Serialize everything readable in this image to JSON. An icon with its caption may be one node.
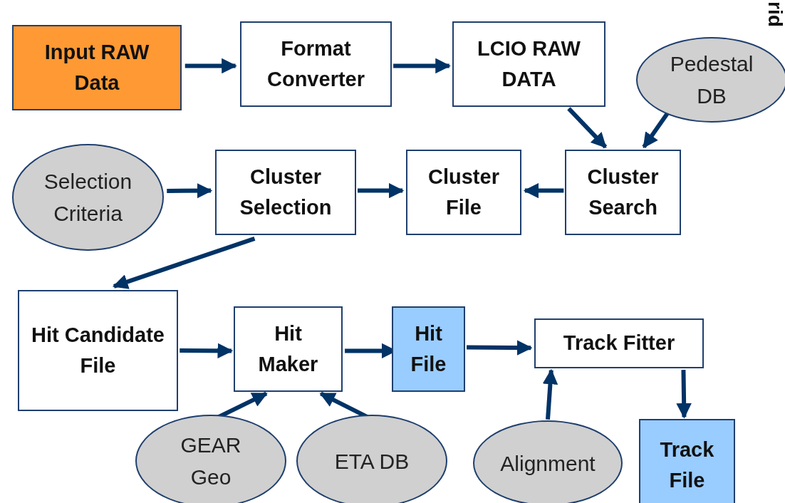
{
  "diagram": {
    "nodes": [
      {
        "text": [
          "Input RAW Data"
        ]
      },
      {
        "text": [
          "Format Converter"
        ]
      },
      {
        "text": [
          "LCIO RAW DATA"
        ]
      },
      {
        "text": [
          "Pedestal DB"
        ]
      },
      {
        "text": [
          "Selection Criteria"
        ]
      },
      {
        "text": [
          "Cluster Selection"
        ]
      },
      {
        "text": [
          "Cluster File"
        ]
      },
      {
        "text": [
          "Cluster Search"
        ]
      },
      {
        "text": [
          "Hit Candidate File"
        ]
      },
      {
        "text": [
          "Hit Maker"
        ]
      },
      {
        "text": [
          "Hit File"
        ]
      },
      {
        "text": [
          "Track Fitter"
        ]
      },
      {
        "text": [
          "GEAR Geo"
        ]
      },
      {
        "text": [
          "ETA DB"
        ]
      },
      {
        "text": [
          "Alignment"
        ]
      },
      {
        "text": [
          "Track File"
        ]
      }
    ],
    "edges": [
      {
        "from": 0,
        "to": 1,
        "arrow": "to"
      },
      {
        "from": 1,
        "to": 2,
        "arrow": "to"
      },
      {
        "from": 2,
        "to": 7,
        "arrow": "to"
      },
      {
        "from": 3,
        "to": 7,
        "arrow": "to"
      },
      {
        "from": 4,
        "to": 5,
        "arrow": "to"
      },
      {
        "from": 5,
        "to": 6,
        "arrow": "to"
      },
      {
        "from": 7,
        "to": 6,
        "arrow": "to"
      },
      {
        "from": 5,
        "to": 8,
        "arrow": "to"
      },
      {
        "from": 8,
        "to": 9,
        "arrow": "to"
      },
      {
        "from": 9,
        "to": 10,
        "arrow": "to"
      },
      {
        "from": 10,
        "to": 11,
        "arrow": "to"
      },
      {
        "from": 12,
        "to": 9,
        "arrow": "to"
      },
      {
        "from": 13,
        "to": 9,
        "arrow": "to"
      },
      {
        "from": 14,
        "to": 11,
        "arrow": "to"
      },
      {
        "from": 11,
        "to": 15,
        "arrow": "to"
      }
    ],
    "labels": [
      "rid"
    ]
  }
}
